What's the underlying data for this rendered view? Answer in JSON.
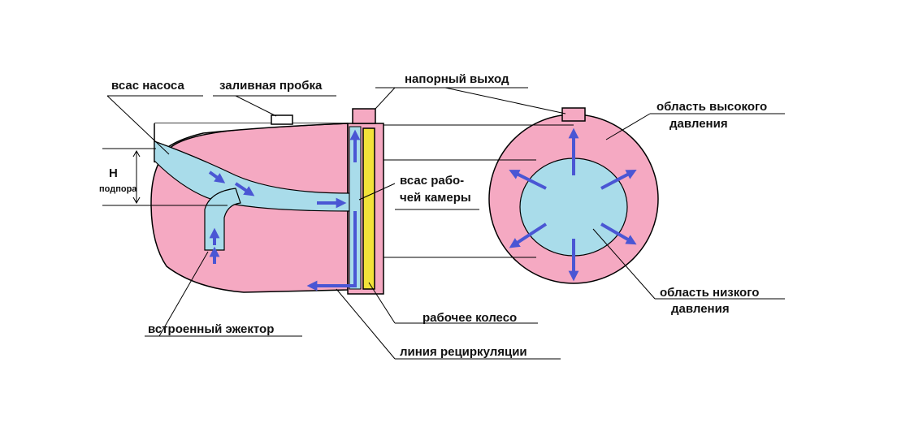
{
  "labels": {
    "suction_pump": "всас насоса",
    "filler_plug": "заливная пробка",
    "pressure_outlet": "напорный выход",
    "high_pressure_1": "область высокого",
    "high_pressure_2": "давления",
    "h_symbol": "H",
    "h_caption": "подпора",
    "working_chamber_1": "всас рабо-",
    "working_chamber_2": "чей камеры",
    "impeller": "рабочее колесо",
    "low_pressure_1": "область низкого",
    "low_pressure_2": "давления",
    "ejector": "встроенный эжектор",
    "recirculation": "линия рециркуляции"
  },
  "colors": {
    "body_fill": "#f5a9c2",
    "channel_fill": "#a9dcea",
    "impeller_fill": "#f2e23a",
    "arrow": "#4a56d4",
    "outline": "#000000"
  },
  "icons": {
    "flow_arrows": "arrow-icon"
  }
}
